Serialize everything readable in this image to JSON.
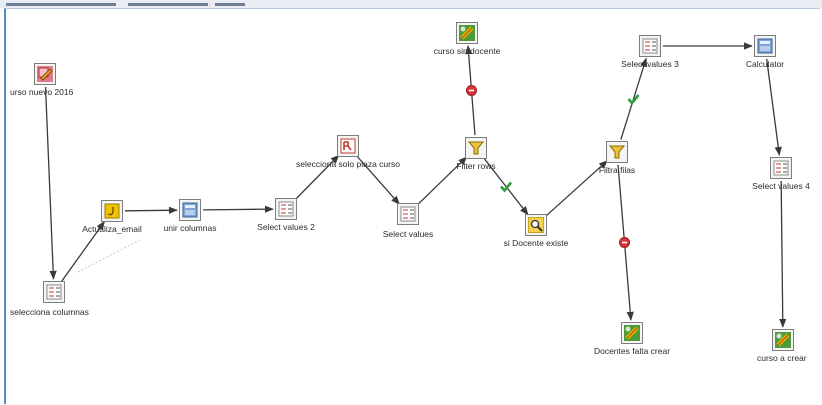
{
  "steps": [
    {
      "id": "curso-nuevo-2016",
      "label": "urso nuevo 2016",
      "icon": "table-input-icon"
    },
    {
      "id": "selecciona-columnas",
      "label": "selecciona columnas",
      "icon": "select-values-icon"
    },
    {
      "id": "actualiza-email",
      "label": "Actualiza_email",
      "icon": "javascript-icon"
    },
    {
      "id": "unir-columnas",
      "label": "unir columnas",
      "icon": "calculator-icon"
    },
    {
      "id": "select-values-2",
      "label": "Select values 2",
      "icon": "select-values-icon"
    },
    {
      "id": "selecciona-solo-plaza-curso",
      "label": "selecciona solo plaza curso",
      "icon": "unique-rows-icon"
    },
    {
      "id": "select-values",
      "label": "Select values",
      "icon": "select-values-icon"
    },
    {
      "id": "filter-rows",
      "label": "Filter rows",
      "icon": "filter-icon"
    },
    {
      "id": "curso-sin-docente",
      "label": "curso sin docente",
      "icon": "output-icon"
    },
    {
      "id": "si-docente-existe",
      "label": "si Docente existe",
      "icon": "lookup-icon"
    },
    {
      "id": "filtra-filas",
      "label": "Filtra filas",
      "icon": "filter-icon"
    },
    {
      "id": "docentes-falta-crear",
      "label": "Docentes falta crear",
      "icon": "output-icon"
    },
    {
      "id": "select-values-3",
      "label": "Select values 3",
      "icon": "select-values-icon"
    },
    {
      "id": "calculator",
      "label": "Calculator",
      "icon": "calculator-icon"
    },
    {
      "id": "select-values-4",
      "label": "Select values 4",
      "icon": "select-values-icon"
    },
    {
      "id": "curso-a-crear",
      "label": "curso a crear",
      "icon": "output-icon"
    }
  ],
  "hops": [
    {
      "from": "curso-nuevo-2016",
      "to": "selecciona-columnas",
      "status": "normal"
    },
    {
      "from": "selecciona-columnas",
      "to": "actualiza-email",
      "status": "normal"
    },
    {
      "from": "actualiza-email",
      "to": "unir-columnas",
      "status": "normal"
    },
    {
      "from": "unir-columnas",
      "to": "select-values-2",
      "status": "normal"
    },
    {
      "from": "select-values-2",
      "to": "selecciona-solo-plaza-curso",
      "status": "normal"
    },
    {
      "from": "selecciona-solo-plaza-curso",
      "to": "select-values",
      "status": "normal"
    },
    {
      "from": "select-values",
      "to": "filter-rows",
      "status": "normal"
    },
    {
      "from": "filter-rows",
      "to": "curso-sin-docente",
      "status": "false"
    },
    {
      "from": "filter-rows",
      "to": "si-docente-existe",
      "status": "true"
    },
    {
      "from": "si-docente-existe",
      "to": "filtra-filas",
      "status": "normal"
    },
    {
      "from": "filtra-filas",
      "to": "select-values-3",
      "status": "true"
    },
    {
      "from": "filtra-filas",
      "to": "docentes-falta-crear",
      "status": "false"
    },
    {
      "from": "select-values-3",
      "to": "calculator",
      "status": "normal"
    },
    {
      "from": "calculator",
      "to": "select-values-4",
      "status": "normal"
    },
    {
      "from": "select-values-4",
      "to": "curso-a-crear",
      "status": "normal"
    }
  ],
  "colors": {
    "hop_line": "#3a3a3a",
    "true_hop": "#2e9e3a",
    "false_hop": "#d9363e",
    "frame": "#5b87c2"
  }
}
